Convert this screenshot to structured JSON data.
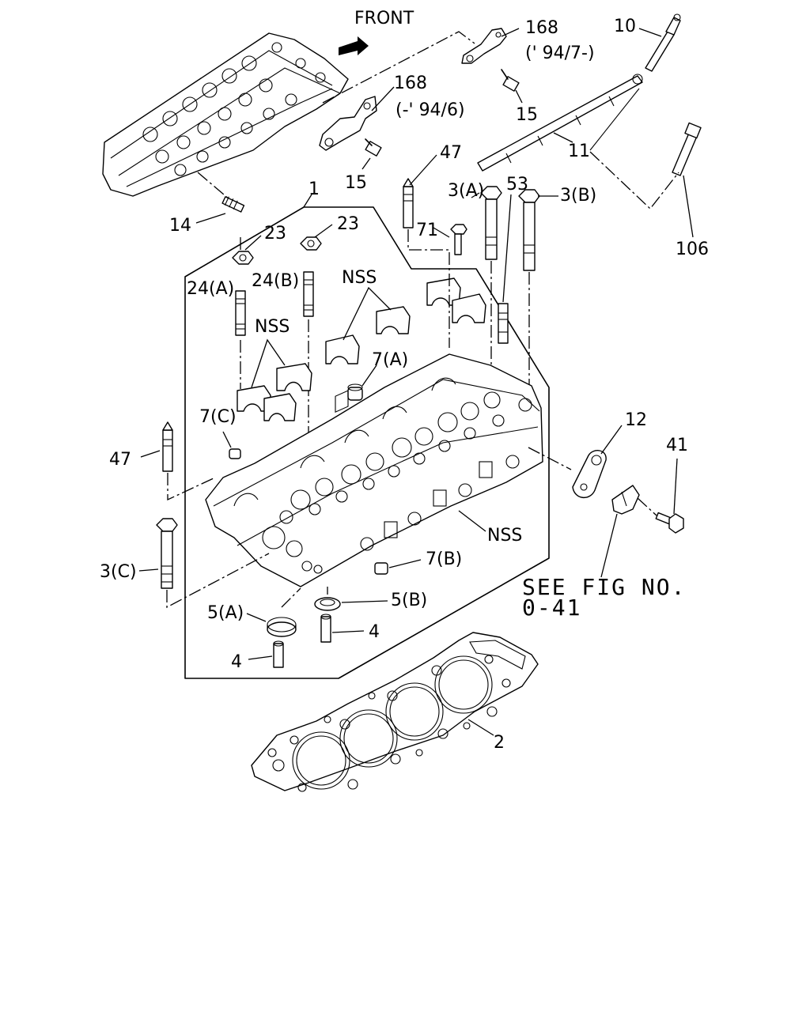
{
  "header": {
    "front_label": "FRONT"
  },
  "callouts": {
    "p1": "1",
    "p2": "2",
    "p3a": "3(A)",
    "p3b": "3(B)",
    "p3c": "3(C)",
    "p4_upper": "4",
    "p4_lower": "4",
    "p5a": "5(A)",
    "p5b": "5(B)",
    "p7a": "7(A)",
    "p7b": "7(B)",
    "p7c": "7(C)",
    "p10": "10",
    "p11": "11",
    "p12": "12",
    "p14": "14",
    "p15_left": "15",
    "p15_right": "15",
    "p23_left": "23",
    "p23_right": "23",
    "p24a": "24(A)",
    "p24b": "24(B)",
    "p41": "41",
    "p47_top": "47",
    "p47_left": "47",
    "p53": "53",
    "p71": "71",
    "p106": "106",
    "p168_left": "168",
    "p168_left_note": "(-' 94/6)",
    "p168_right": "168",
    "p168_right_note": "(' 94/7-)",
    "nss_top": "NSS",
    "nss_mid": "NSS",
    "nss_side": "NSS"
  },
  "reference": {
    "line1": "SEE FIG NO.",
    "line2": "0-41"
  }
}
